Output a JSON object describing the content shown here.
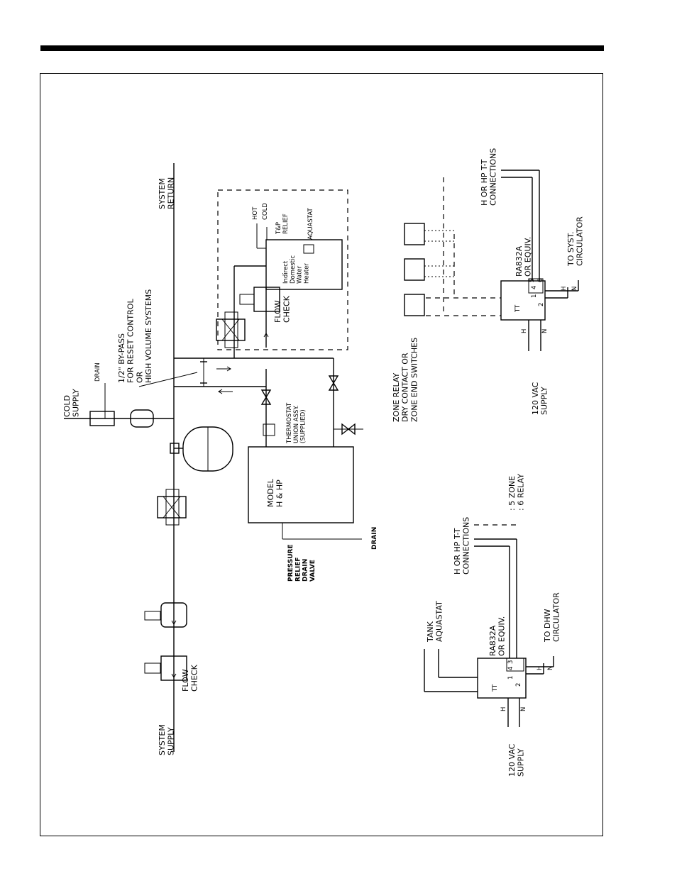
{
  "diagram": {
    "labels": {
      "system_supply": "SYSTEM\nSUPPLY",
      "system_return": "SYSTEM\nRETURN",
      "flow_check_1": "FLOW\nCHECK",
      "flow_check_2": "FLOW\nCHECK",
      "cold_supply": "COLD\nSUPPLY",
      "drain_top": "DRAIN",
      "bypass": "1/2\" BY-PASS\nFOR RESET CONTROL\nOR\nHIGH VOLUME SYSTEMS",
      "thermostat_union": "THERMOSTAT\nUNION ASSY.\n(SUPPLIED)",
      "model": "MODEL\nH & HP",
      "drain_bottom": "DRAIN",
      "pressure_relief": "PRESSURE\nRELIEF\nDRAIN\nVALVE",
      "hot": "HOT",
      "cold": "COLD",
      "tp_relief": "T&P\nRELIEF",
      "aquastat": "AQUASTAT",
      "indirect": "Indirect\nDomestic\nWater\nHeater",
      "zone_relay": "ZONE RELAY\nDRY CONTACT OR\nZONE END SWITCHES",
      "zone_relay_5_6": ": 5 ZONE\n: 6 RELAY",
      "hp_tt_upper": "H OR HP T-T\nCONNECTIONS",
      "hp_tt_lower": "H OR HP T-T\nCONNECTIONS",
      "ra832a_upper": "RA832A\nOR EQUIV.",
      "ra832a_lower": "RA832A\nOR EQUIV.",
      "vac_upper": "120 VAC\nSUPPLY",
      "vac_lower": "120 VAC\nSUPPLY",
      "to_syst_circ": "TO SYST.\nCIRCULATOR",
      "to_dhw_circ": "TO DHW\nCIRCULATOR",
      "tank_aquastat": "TANK\nAQUASTAT",
      "tt": "TT",
      "h": "H",
      "n": "N",
      "t1": "1",
      "t2": "2",
      "t4": "4",
      "t5": "5",
      "t6": "6",
      "t3": "3"
    }
  }
}
